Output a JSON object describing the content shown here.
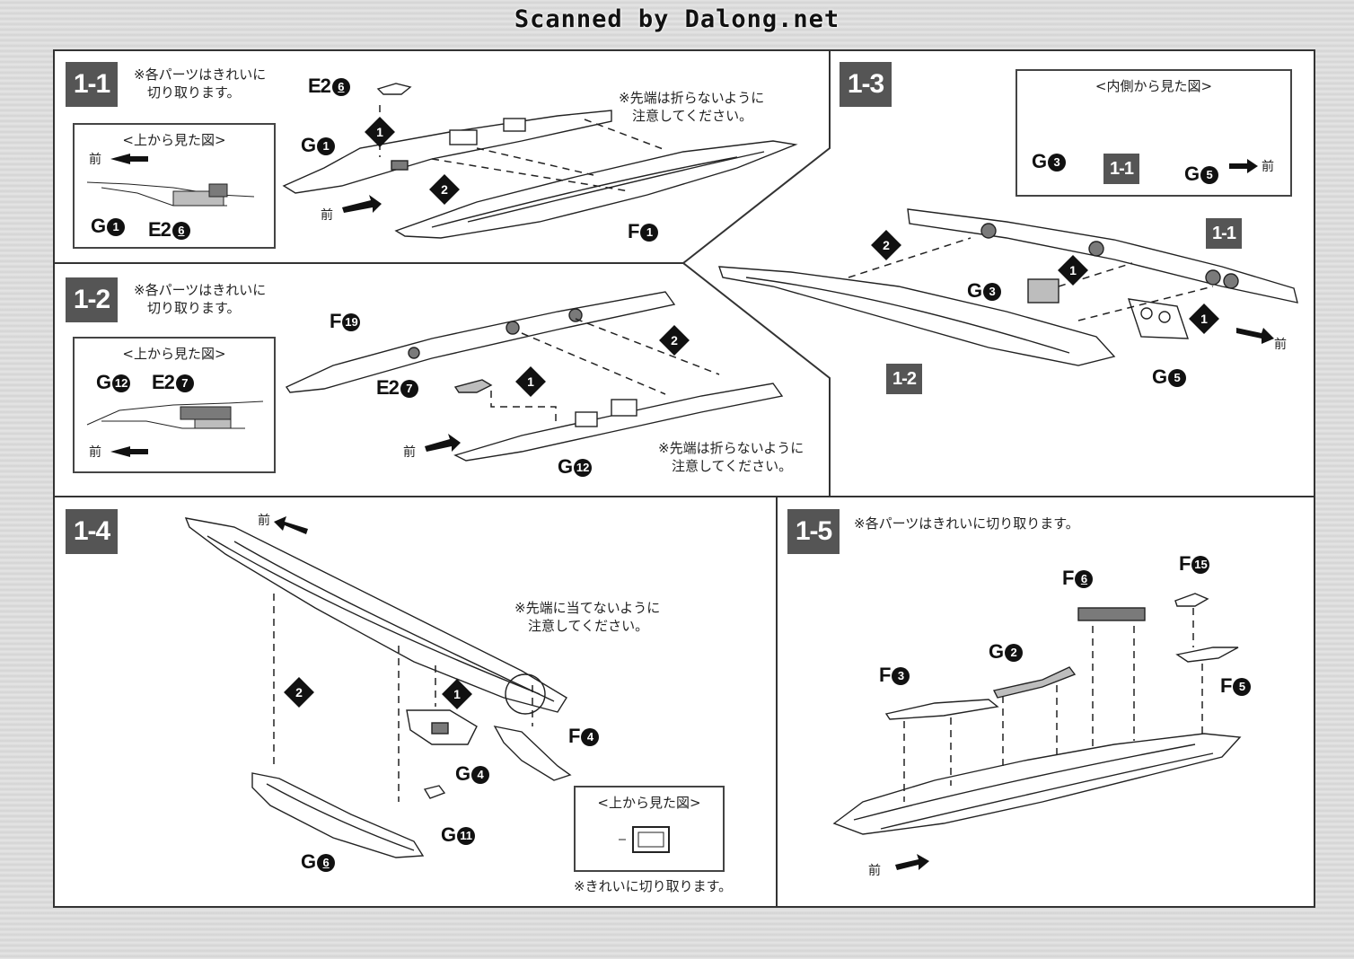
{
  "watermark": "Scanned by Dalong.net",
  "notes": {
    "cut_clean": "※各パーツはきれいに\n　切り取ります。",
    "cut_clean_one_line": "※各パーツはきれいに切り取ります。",
    "tip_no_break": "※先端は折らないように\n　注意してください。",
    "tip_no_hit": "※先端に当てないように\n　注意してください。",
    "cut_clean_short": "※きれいに切り取ります。"
  },
  "directions": {
    "front": "前"
  },
  "insets": {
    "top_view": "<上から見た図>",
    "inside_view": "<内側から見た図>"
  },
  "steps": {
    "s1_1": {
      "badge": "1-1"
    },
    "s1_2": {
      "badge": "1-2"
    },
    "s1_3": {
      "badge": "1-3"
    },
    "s1_4": {
      "badge": "1-4"
    },
    "s1_5": {
      "badge": "1-5"
    }
  },
  "step_markers": {
    "one": "1",
    "two": "2"
  },
  "part_letters": {
    "G": "G",
    "E2": "E2",
    "F": "F"
  },
  "part_numbers": {
    "n1": "1",
    "n2": "2",
    "n3": "3",
    "n4": "4",
    "n5": "5",
    "n6": "6",
    "n7": "7",
    "n11": "11",
    "n12": "12",
    "n15": "15",
    "n19": "19"
  },
  "colors": {
    "badge": "#555555",
    "ink": "#111111",
    "frame": "#333333",
    "part_fill": "#bdbdbd",
    "part_dark": "#7a7a7a"
  }
}
